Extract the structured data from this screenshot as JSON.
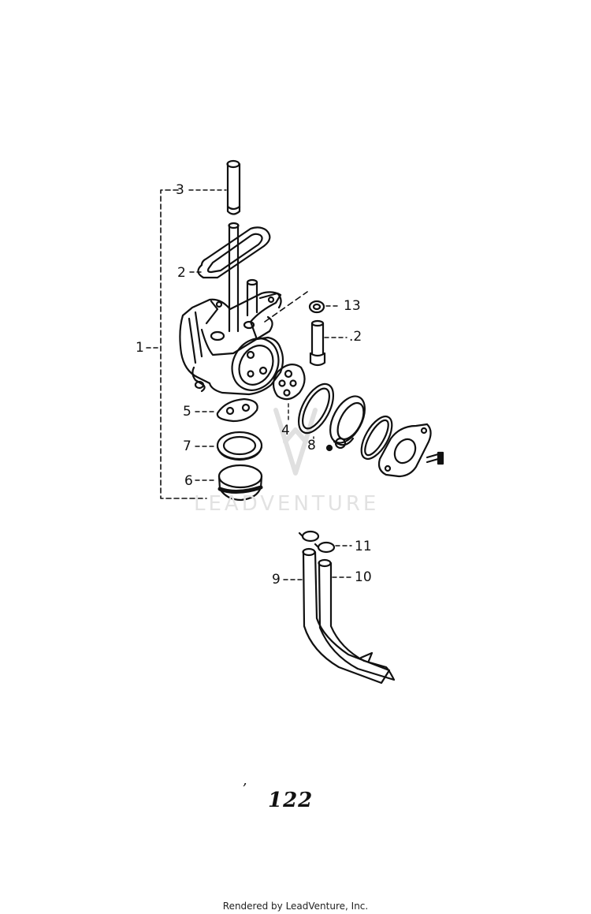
{
  "callouts": {
    "c1": "1",
    "c2": "2",
    "c3": "3",
    "c4": "4",
    "c5": "5",
    "c6": "6",
    "c7": "7",
    "c8": "8",
    "c9": "9",
    "c10": "10",
    "c11": "11",
    "c12": ".2",
    "c13": "13"
  },
  "page_number": "122",
  "tick_mark": "ʼ",
  "watermark": "LEADVENTURE",
  "footer": "Rendered by LeadVenture, Inc."
}
